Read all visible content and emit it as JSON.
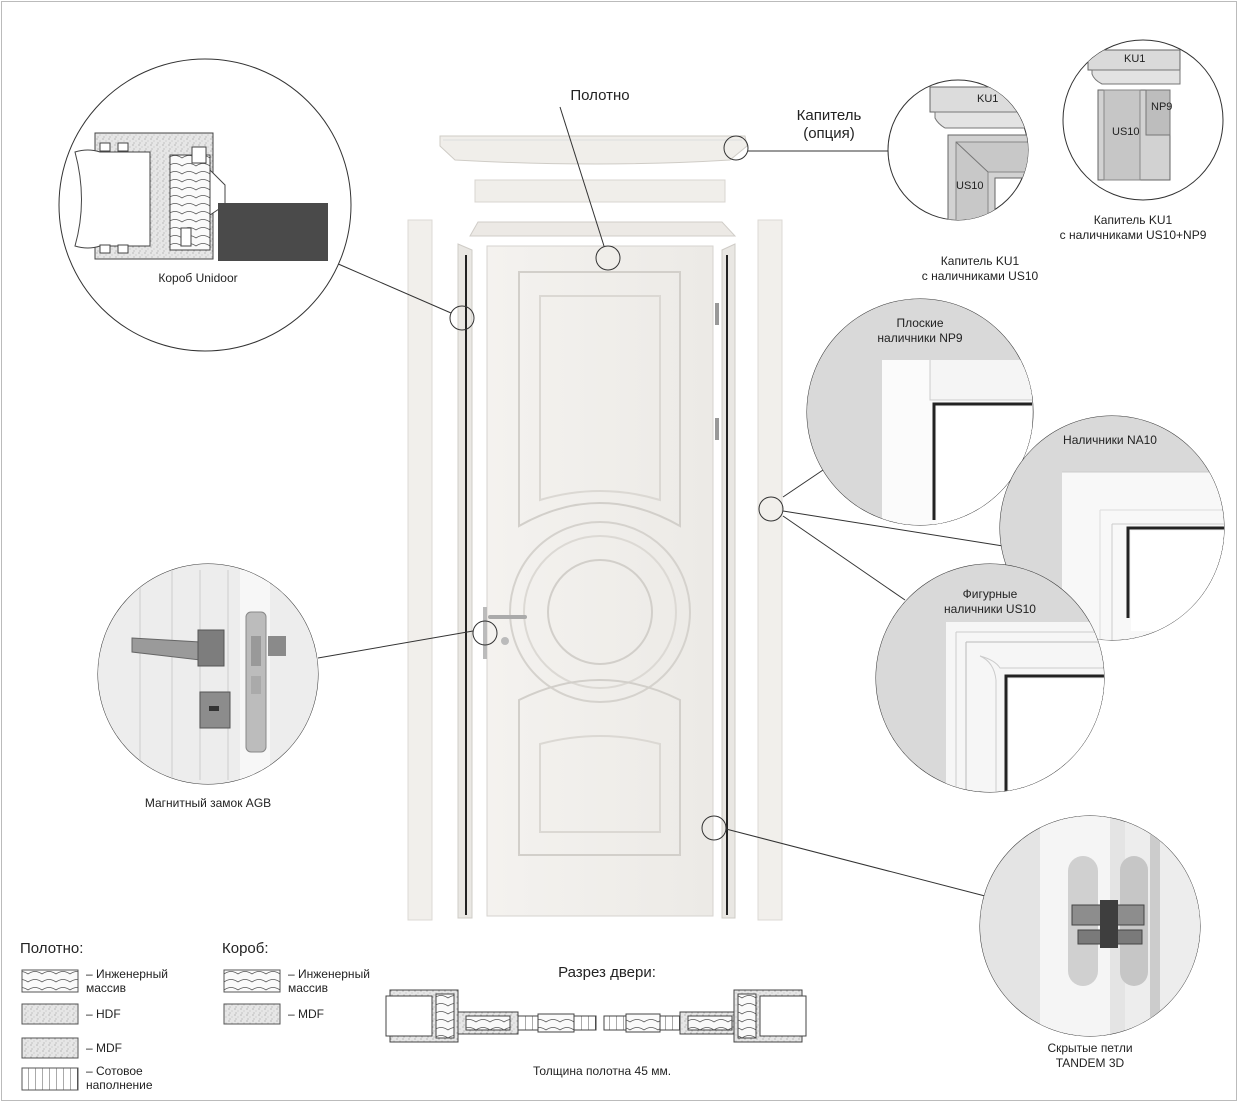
{
  "labels": {
    "canvas": "Полотно",
    "capital": "Капитель\n(опция)",
    "frame_box": "Короб Unidoor",
    "capital_us10": "Капитель KU1\nс наличниками US10",
    "capital_us10_np9": "Капитель KU1\nс наличниками US10+NP9",
    "np9": "Плоские\nналичники NP9",
    "na10": "Наличники NA10",
    "us10": "Фигурные\nналичники US10",
    "lock": "Магнитный замок AGB",
    "hinges": "Скрытые петли\nTANDEM  3D",
    "section_title": "Разрез двери:",
    "thickness": "Толщина полотна 45 мм.",
    "ku1_a": "KU1",
    "us10_a": "US10",
    "ku1_b": "KU1",
    "us10_b": "US10",
    "np9_b": "NP9"
  },
  "legend": {
    "canvas_title": "Полотно:",
    "canvas_items": [
      "– Инженерный\nмассив",
      "– HDF",
      "– MDF",
      "– Сотовое\nнаполнение"
    ],
    "frame_title": "Короб:",
    "frame_items": [
      "– Инженерный\nмассив",
      "– MDF"
    ]
  }
}
